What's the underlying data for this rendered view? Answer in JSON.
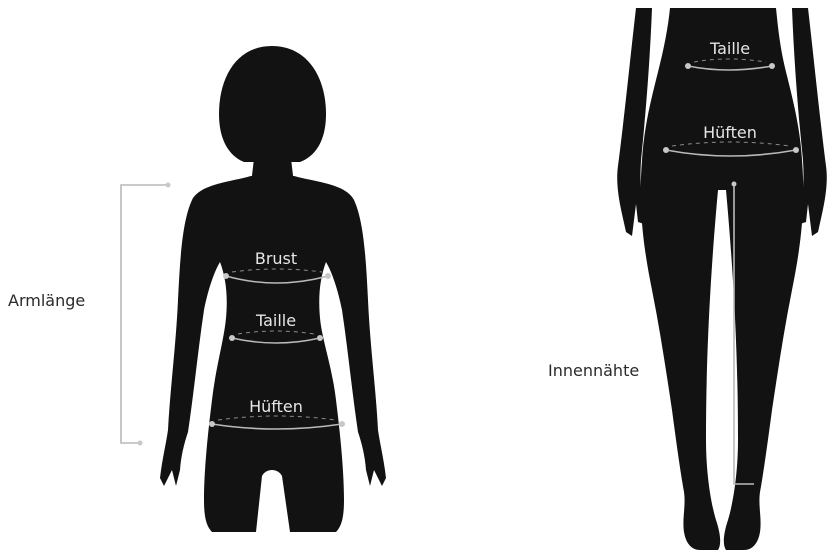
{
  "upper_body": {
    "labels": {
      "bust": "Brust",
      "waist": "Taille",
      "hips": "Hüften",
      "arm_length": "Armlänge"
    }
  },
  "lower_body": {
    "labels": {
      "waist": "Taille",
      "hips": "Hüften",
      "inseam": "Innennähte"
    }
  }
}
